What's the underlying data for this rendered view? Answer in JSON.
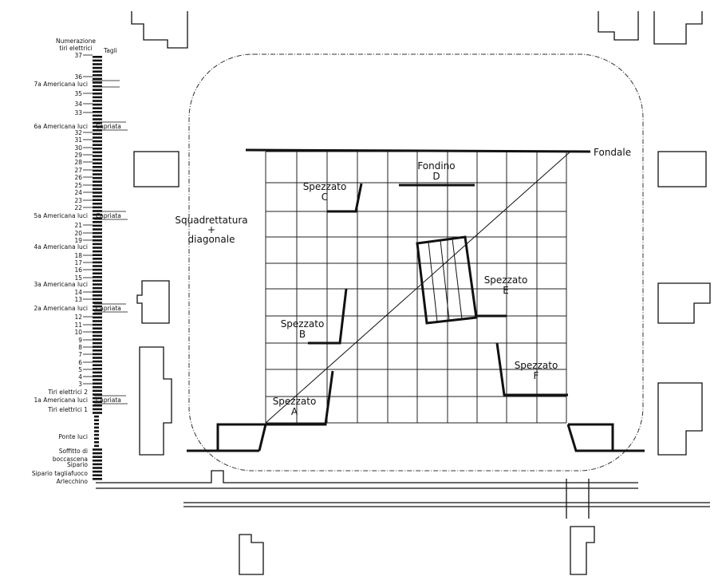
{
  "stage_labels": {
    "fondale": "Fondale",
    "squadrettatura": [
      "Squadrettatura",
      "+",
      "diagonale"
    ],
    "fondino": [
      "Fondino",
      "D"
    ],
    "spezzato_a": [
      "Spezzato",
      "A"
    ],
    "spezzato_b": [
      "Spezzato",
      "B"
    ],
    "spezzato_c": [
      "Spezzato",
      "C"
    ],
    "spezzato_e": [
      "Spezzato",
      "E"
    ],
    "spezzato_f": [
      "Spezzato",
      "F"
    ]
  },
  "fly_system": {
    "header_numbering": [
      "Numerazione",
      "tiri elettrici"
    ],
    "header_cuts": "Tagli",
    "capriata": "Capriata",
    "numbers": [
      "37",
      "36",
      "35",
      "34",
      "33",
      "32",
      "31",
      "30",
      "29",
      "28",
      "27",
      "26",
      "25",
      "24",
      "23",
      "22",
      "21",
      "20",
      "19",
      "18",
      "17",
      "16",
      "15",
      "14",
      "13",
      "12",
      "11",
      "10",
      "9",
      "8",
      "7",
      "6",
      "5",
      "4",
      "3"
    ],
    "side_labels": [
      "7a Americana luci",
      "6a Americana luci",
      "5a Americana luci",
      "4a Americana luci",
      "3a Americana luci",
      "2a Americana luci",
      "Tiri elettrici 2",
      "1a Americana luci",
      "Tiri elettrici 1",
      "Ponte luci",
      "Soffitto di",
      "boccascena",
      "Sipario",
      "Sipario tagliafuoco",
      "Arlecchino"
    ]
  }
}
